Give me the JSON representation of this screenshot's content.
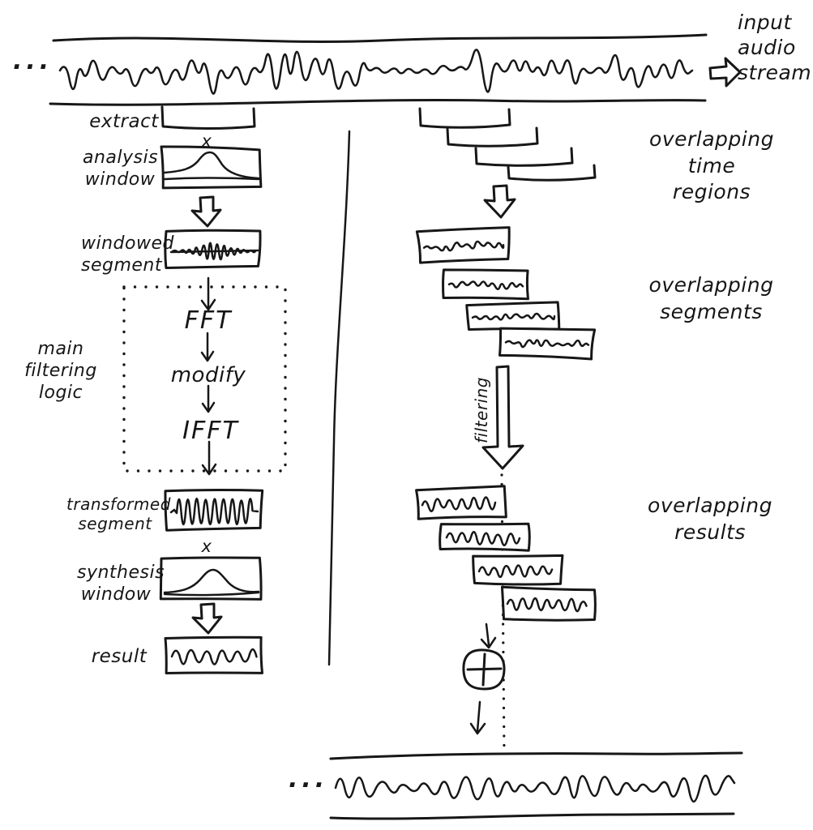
{
  "colors": {
    "ink": "#171717",
    "background": "#ffffff"
  },
  "top_band": {
    "ellipsis": "...",
    "label": "input\naudio\nstream"
  },
  "left_flow": {
    "extract_label": "extract",
    "multiply_1": "x",
    "analysis_window_label": "analysis\nwindow",
    "windowed_segment_label": "windowed\nsegment",
    "fft": "FFT",
    "modify": "modify",
    "ifft": "IFFT",
    "main_filtering_logic_label": "main\nfiltering\nlogic",
    "transformed_segment_label": "transformed\nsegment",
    "multiply_2": "x",
    "synthesis_window_label": "synthesis\nwindow",
    "result_label": "result"
  },
  "right_flow": {
    "overlapping_time_regions_label": "overlapping time\nregions",
    "overlapping_segments_label": "overlapping\nsegments",
    "filtering_label": "filtering",
    "overlapping_results_label": "overlapping\nresults",
    "sum_symbol": "+"
  },
  "bottom_band": {
    "ellipsis": "..."
  }
}
